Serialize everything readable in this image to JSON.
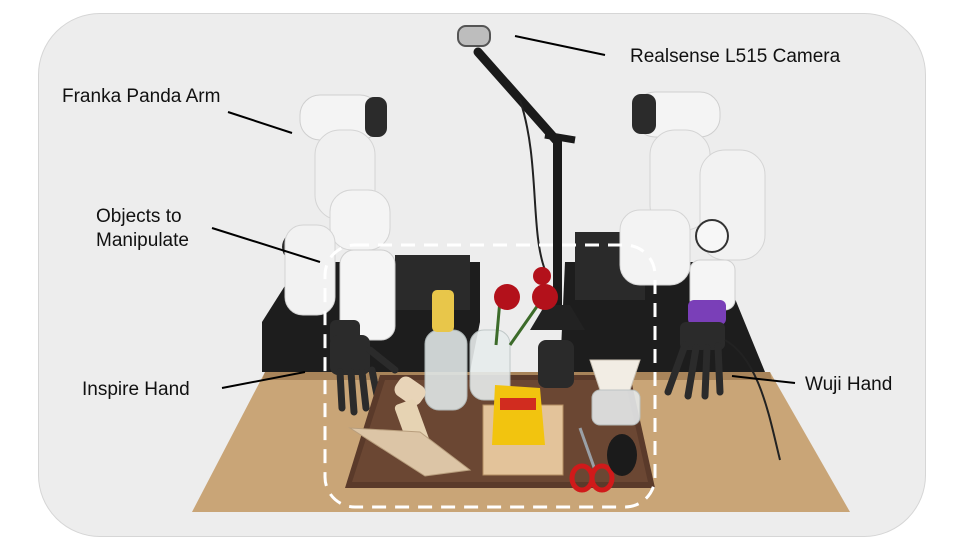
{
  "labels": {
    "camera": "Realsense L515 Camera",
    "franka": "Franka Panda Arm",
    "objects_line1": "Objects to",
    "objects_line2": "Manipulate",
    "inspire": "Inspire Hand",
    "wuji": "Wuji Hand"
  },
  "colors": {
    "panel_bg": "#ededed",
    "table_wood": "#c9a577",
    "tray": "#5a3a2a",
    "robot_white": "#f4f4f4",
    "robot_dark": "#2b2b2b",
    "rose_red": "#b3111b",
    "chip_bag_yellow": "#f2c40f",
    "scissors_red": "#d01a1a",
    "dashed_box": "#ffffff"
  }
}
